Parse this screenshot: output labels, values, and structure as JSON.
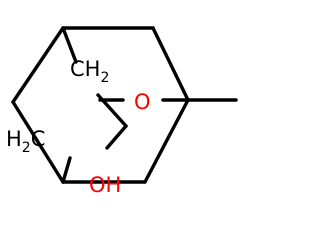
{
  "molecule": {
    "atoms": [
      {
        "id": "ch2-top",
        "element": "C",
        "label": "CH",
        "subscript": "2",
        "color": "#000000"
      },
      {
        "id": "ch2-left",
        "element": "C",
        "label": "H",
        "subscript": "2",
        "suffix": "C",
        "color": "#000000"
      },
      {
        "id": "oxygen",
        "element": "O",
        "label": "O",
        "color": "#ff0000"
      },
      {
        "id": "hydroxyl",
        "element": "O",
        "label": "OH",
        "color": "#ff0000"
      }
    ],
    "substituent": "methyl",
    "colors": {
      "bond": "#000000",
      "carbon": "#000000",
      "oxygen": "#ff0000",
      "background": "#ffffff"
    }
  }
}
